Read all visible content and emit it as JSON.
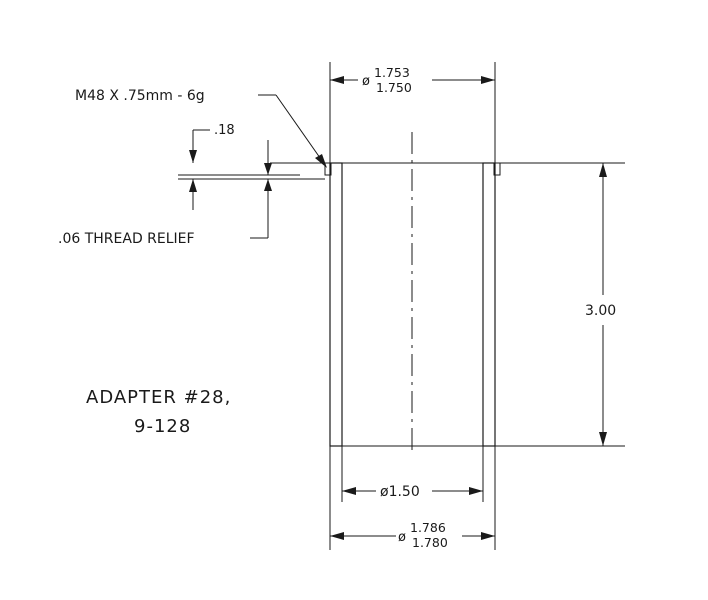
{
  "drawing": {
    "thread_callout": "M48 X .75mm - 6g",
    "relief_width": ".18",
    "relief_callout": ".06 THREAD RELIEF",
    "top_dia_upper": "1.753",
    "top_dia_lower": "1.750",
    "height": "3.00",
    "inner_dia": "ø1.50",
    "bottom_dia_upper": "1.786",
    "bottom_dia_lower": "1.780",
    "diameter_symbol": "ø",
    "title_line1": "ADAPTER #28,",
    "title_line2": "9-128"
  }
}
